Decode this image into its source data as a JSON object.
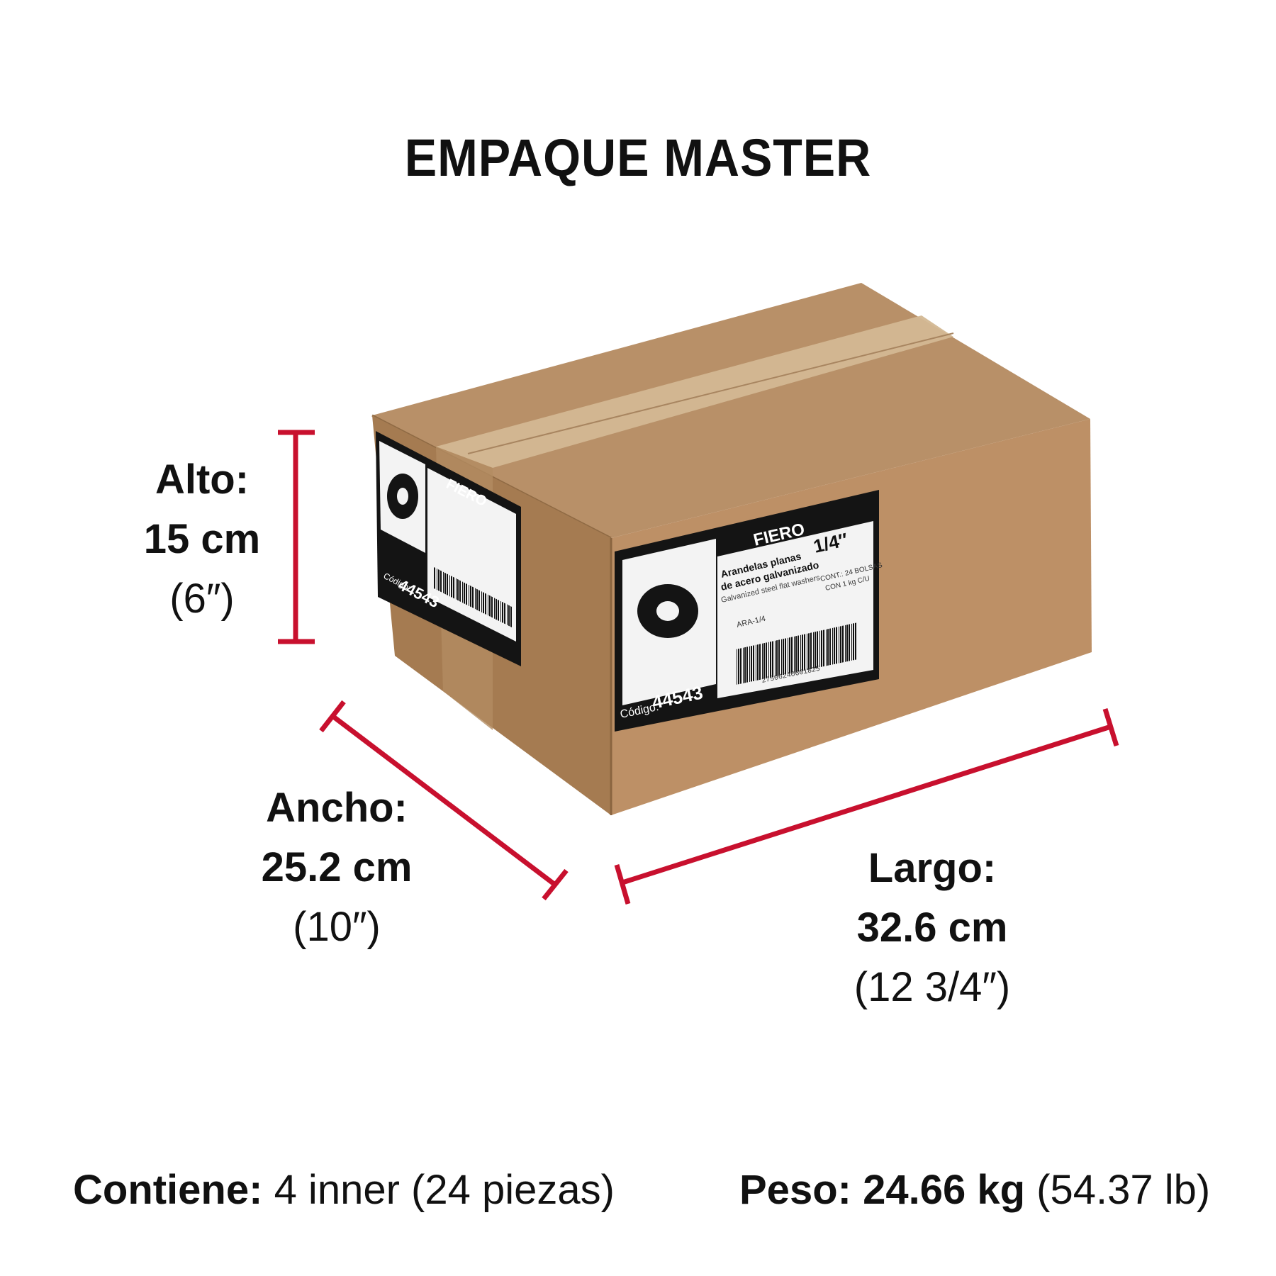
{
  "title": "EMPAQUE MASTER",
  "accent_color": "#c8102e",
  "dimensions": {
    "alto": {
      "label": "Alto:",
      "value": "15 cm",
      "imperial": "(6″)"
    },
    "ancho": {
      "label": "Ancho:",
      "value": "25.2 cm",
      "imperial": "(10″)"
    },
    "largo": {
      "label": "Largo:",
      "value": "32.6 cm",
      "imperial": "(12 3/4″)"
    }
  },
  "footer": {
    "contiene_label": "Contiene:",
    "contiene_value": "4 inner (24 piezas)",
    "peso_label": "Peso:",
    "peso_value": "24.66 kg",
    "peso_imperial": "(54.37 lb)"
  },
  "box": {
    "front_label": {
      "brand": "FIERO",
      "line1": "Arandelas planas",
      "line2": "de acero galvanizado",
      "line3": "Galvanized steel flat washers",
      "size": "1/4″",
      "clave": "ARA-1/4",
      "cont1": "CONT.: 24 BOLSAS",
      "cont2": "CON 1 kg C/U",
      "barcode_digits": "27506240601825",
      "codigo_label": "Código:",
      "codigo": "44543"
    },
    "side_label": {
      "brand": "FIERO",
      "codigo_label": "Código:",
      "codigo": "44543"
    }
  }
}
